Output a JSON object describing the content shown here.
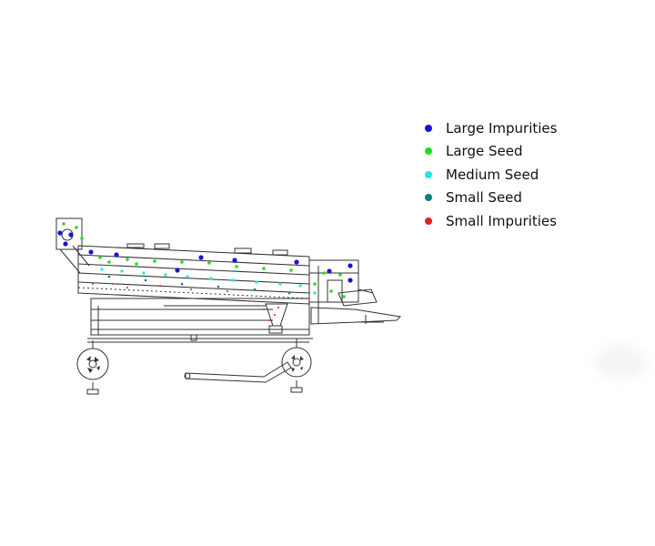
{
  "legend": {
    "items": [
      {
        "label": "Large Impurities",
        "color": "#1515d8"
      },
      {
        "label": "Large Seed",
        "color": "#22dd22"
      },
      {
        "label": "Medium Seed",
        "color": "#22e4ea"
      },
      {
        "label": "Small Seed",
        "color": "#0f7f7f"
      },
      {
        "label": "Small Impurities",
        "color": "#e62020"
      }
    ]
  },
  "colors": {
    "line": "#333333",
    "background": "#ffffff"
  }
}
